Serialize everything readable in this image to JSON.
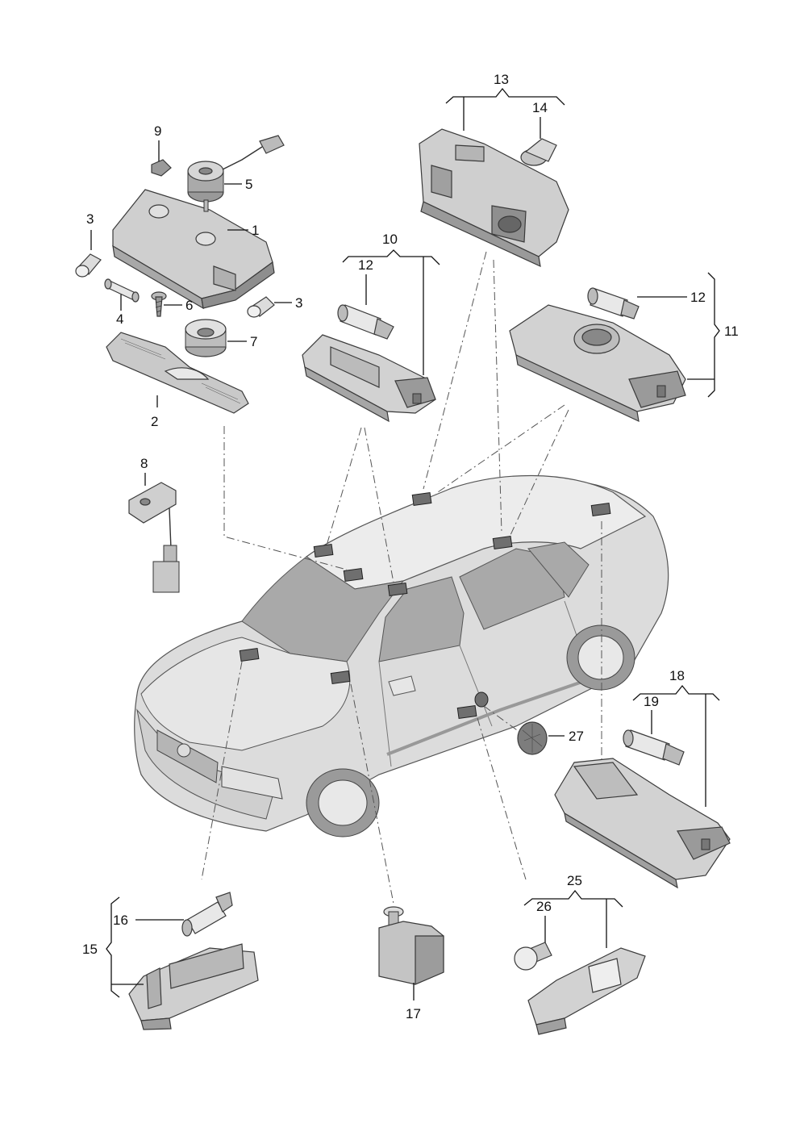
{
  "diagram": {
    "part_numbers": {
      "n1": "1",
      "n2": "2",
      "n3a": "3",
      "n3b": "3",
      "n4": "4",
      "n5": "5",
      "n6": "6",
      "n7": "7",
      "n8": "8",
      "n9": "9",
      "n10": "10",
      "n11": "11",
      "n12a": "12",
      "n12b": "12",
      "n13": "13",
      "n14": "14",
      "n15": "15",
      "n16": "16",
      "n17": "17",
      "n18": "18",
      "n19": "19",
      "n25": "25",
      "n26": "26",
      "n27": "27"
    },
    "colors": {
      "part_fill": "#c8c8c8",
      "part_dark": "#8c8c8c",
      "car_body": "#dcdcdc",
      "glass": "#a9a9a9",
      "line": "#111111"
    }
  }
}
